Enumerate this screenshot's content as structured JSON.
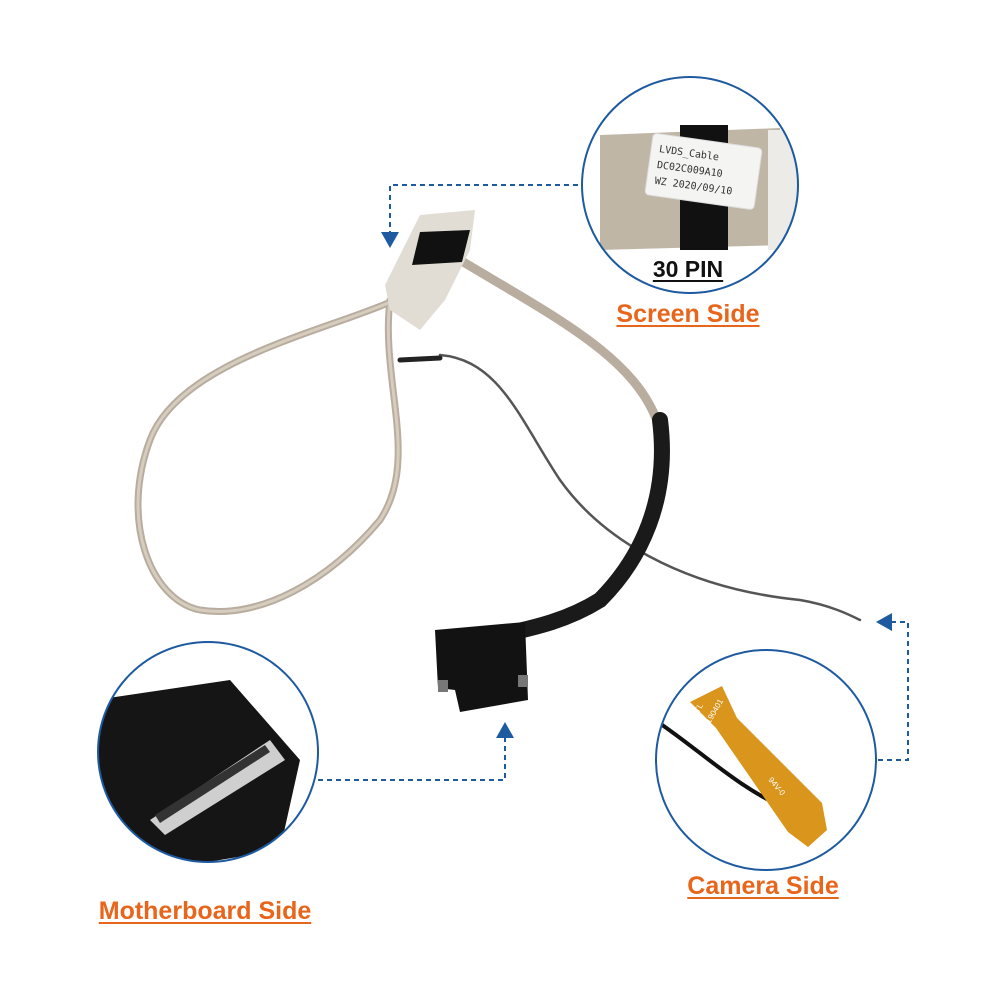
{
  "colors": {
    "accent_blue": "#1e5aa0",
    "label_orange": "#e8661c"
  },
  "screen_side": {
    "pin_count_label": "30 PIN",
    "title": "Screen Side",
    "sticker_lines": [
      "LVDS_Cable",
      "DC02C009A10",
      "WZ  2020/09/10"
    ]
  },
  "motherboard_side": {
    "title": "Motherboard Side"
  },
  "camera_side": {
    "title": "Camera Side",
    "pcb_markings": [
      "XTL",
      "190401",
      "94V-0"
    ]
  }
}
